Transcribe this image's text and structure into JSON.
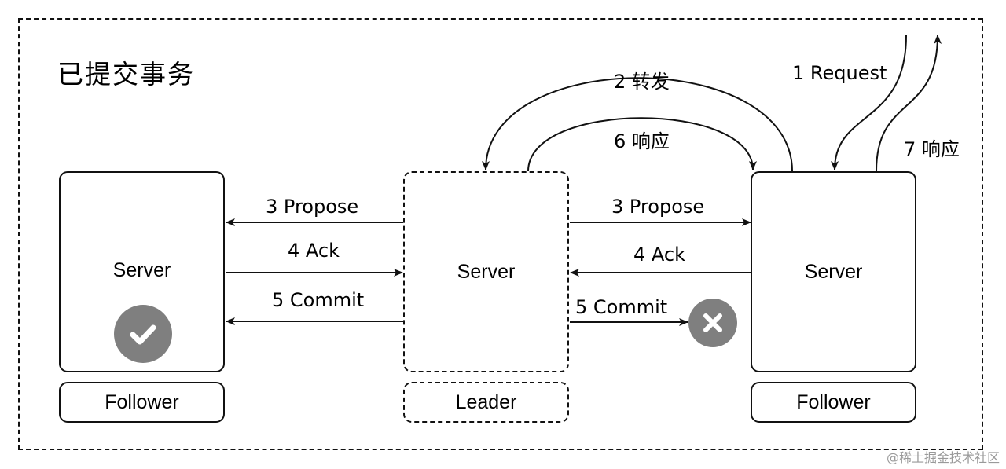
{
  "title": "已提交事务",
  "nodes": {
    "left": {
      "server_label": "Server",
      "role_label": "Follower"
    },
    "center": {
      "server_label": "Server",
      "role_label": "Leader"
    },
    "right": {
      "server_label": "Server",
      "role_label": "Follower"
    }
  },
  "edges": {
    "request": "1 Request",
    "forward": "2 转发",
    "propose_left": "3 Propose",
    "propose_right": "3 Propose",
    "ack_left": "4 Ack",
    "ack_right": "4 Ack",
    "commit_left": "5 Commit",
    "commit_right": "5 Commit",
    "response_leader": "6 响应",
    "response_client": "7 响应"
  },
  "status": {
    "left": {
      "icon": "check-circle-icon",
      "state": "success"
    },
    "right": {
      "icon": "x-circle-icon",
      "state": "failed"
    }
  },
  "colors": {
    "badge": "#7f7f7f",
    "line": "#111111"
  },
  "watermark": "@稀土掘金技术社区"
}
